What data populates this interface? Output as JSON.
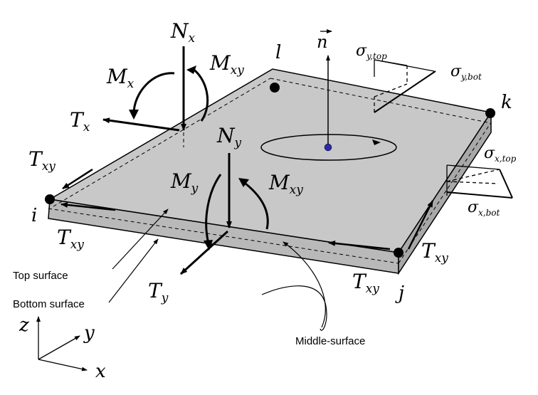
{
  "nodes": {
    "i": "i",
    "j": "j",
    "k": "k",
    "l": "l"
  },
  "normal": "n",
  "forces": {
    "Nx": {
      "main": "N",
      "sub": "x"
    },
    "Mx": {
      "main": "M",
      "sub": "x"
    },
    "Mxy_left": {
      "main": "M",
      "sub": "xy"
    },
    "Tx": {
      "main": "T",
      "sub": "x"
    },
    "Txy_upper_left": {
      "main": "T",
      "sub": "xy"
    },
    "Txy_lower_left": {
      "main": "T",
      "sub": "xy"
    },
    "Ny": {
      "main": "N",
      "sub": "y"
    },
    "My": {
      "main": "M",
      "sub": "y"
    },
    "Mxy_center": {
      "main": "M",
      "sub": "xy"
    },
    "Ty": {
      "main": "T",
      "sub": "y"
    },
    "Txy_right": {
      "main": "T",
      "sub": "xy"
    },
    "Txy_bottom": {
      "main": "T",
      "sub": "xy"
    }
  },
  "stresses": {
    "sy_top": {
      "main": "σ",
      "sub": "y,top"
    },
    "sy_bot": {
      "main": "σ",
      "sub": "y,bot"
    },
    "sx_top": {
      "main": "σ",
      "sub": "x,top"
    },
    "sx_bot": {
      "main": "σ",
      "sub": "x,bot"
    }
  },
  "captions": {
    "top_surface": "Top surface",
    "bottom_surface": "Bottom surface",
    "middle_surface": "Middle-surface"
  },
  "axes": {
    "x": "x",
    "y": "y",
    "z": "z"
  },
  "colors": {
    "plate_top": "#c8c8c8",
    "plate_side": "#b4b4b4",
    "center_dot": "#2a2aa8"
  }
}
